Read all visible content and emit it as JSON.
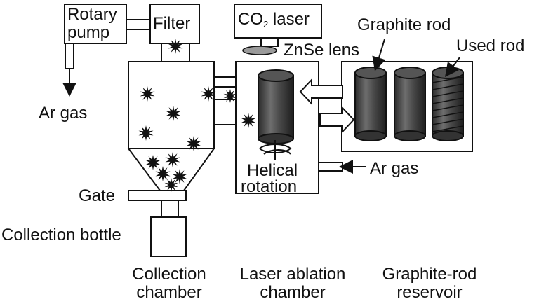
{
  "diagram": {
    "equipment": {
      "rotary_pump": [
        "Rotary",
        "pump"
      ],
      "filter": "Filter",
      "co2_laser": {
        "prefix": "CO",
        "subscript": "2",
        "suffix": " laser"
      },
      "znse_lens": "ZnSe lens",
      "graphite_rod": "Graphite rod",
      "used_rod": "Used rod",
      "ar_gas_outlet": "Ar gas",
      "ar_gas_inlet": "Ar gas",
      "gate": "Gate",
      "collection_bottle": "Collection bottle",
      "helical_rotation": [
        "Helical",
        "rotation"
      ]
    },
    "sections": {
      "collection_chamber": [
        "Collection",
        "chamber"
      ],
      "laser_ablation_chamber": [
        "Laser ablation",
        "chamber"
      ],
      "graphite_rod_reservoir": [
        "Graphite-rod",
        "reservoir"
      ]
    },
    "colors": {
      "stroke": "#111111",
      "rod_dark": "#3a3a3a",
      "rod_light": "#777777",
      "arrow_fill": "#ffffff",
      "lens": "#9a9a9a"
    }
  }
}
